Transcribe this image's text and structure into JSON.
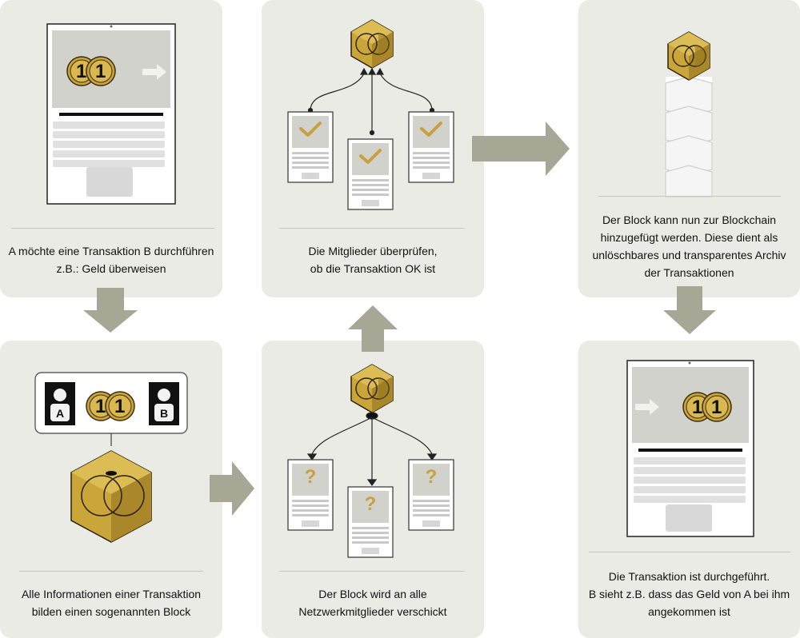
{
  "colors": {
    "panel": "#ebebe5",
    "arrow": "#a6a795",
    "gold": "#c9a53a",
    "gold_dark": "#8a6e22",
    "check": "#c9a040",
    "screen": "#d2d2cc",
    "key": "#e2e2e2"
  },
  "steps": [
    {
      "id": "step-1",
      "caption": [
        "A möchte eine Transaktion B durchführen",
        "z.B.: Geld überweisen"
      ],
      "icons": [
        "laptop-icon",
        "coin-icon",
        "arrow-right-icon"
      ]
    },
    {
      "id": "step-2",
      "caption": [
        "Alle Informationen einer Transaktion",
        "bilden einen sogenannten Block"
      ],
      "icons": [
        "person-a-icon",
        "coin-icon",
        "person-b-icon",
        "block-cube-icon"
      ],
      "labels": {
        "person_a": "A",
        "person_b": "B"
      }
    },
    {
      "id": "step-3",
      "caption": [
        "Der Block wird an alle",
        "Netzwerkmitglieder verschickt"
      ],
      "icons": [
        "block-hexagon-icon",
        "network-member-icon",
        "question-mark-icon"
      ],
      "labels": {
        "question": "?"
      }
    },
    {
      "id": "step-4",
      "caption": [
        "Die Mitglieder überprüfen,",
        "ob  die Transaktion OK ist"
      ],
      "icons": [
        "block-hexagon-icon",
        "network-member-icon",
        "checkmark-icon"
      ]
    },
    {
      "id": "step-5",
      "caption": [
        "Der Block kann nun zur Blockchain",
        "hinzugefügt werden. Diese dient als",
        "unlöschbares und transparentes Archiv",
        "der Transaktionen"
      ],
      "icons": [
        "blockchain-stack-icon",
        "block-hexagon-icon"
      ]
    },
    {
      "id": "step-6",
      "caption": [
        "Die Transaktion ist durchgeführt.",
        "B sieht z.B. dass das Geld von A bei ihm",
        "angekommen ist"
      ],
      "icons": [
        "laptop-icon",
        "coin-icon",
        "arrow-right-icon"
      ]
    }
  ],
  "coin_digits": [
    "1",
    "1"
  ]
}
